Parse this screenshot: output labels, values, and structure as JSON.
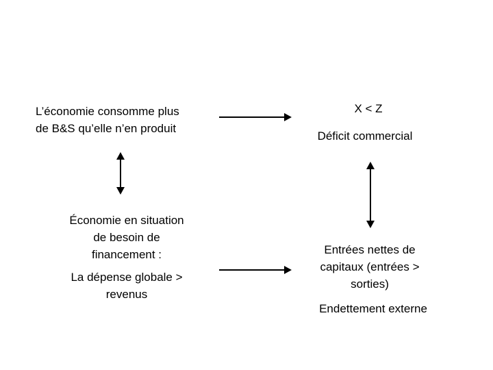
{
  "diagram": {
    "title": "Economie en besoin de financement - deficit commercial et endettement externe",
    "background_color": "#ffffff",
    "text_color": "#000000",
    "nodes": {
      "consumption": {
        "text": "L’économie consomme plus\nde B&S qu’elle n’en produit"
      },
      "trade_inequality": {
        "text": "X < Z"
      },
      "trade_deficit": {
        "text": "Déficit commercial"
      },
      "financing_need": {
        "text": "Économie en situation\nde besoin de\nfinancement :"
      },
      "spending_exceeds_income": {
        "text": "La dépense globale >\nrevenus"
      },
      "net_capital_inflows": {
        "text": "Entrées nettes de\ncapitaux (entrées >\nsorties)"
      },
      "external_debt": {
        "text": "Endettement externe"
      }
    },
    "connectors": {
      "top_horizontal": {
        "label": "consumption-to-trade-deficit",
        "direction": "right"
      },
      "bottom_horizontal": {
        "label": "spending-to-capital-inflows",
        "direction": "right"
      },
      "left_vertical": {
        "label": "consumption-to-financing-need",
        "direction": "both"
      },
      "right_vertical": {
        "label": "trade-deficit-to-capital-inflows",
        "direction": "both"
      }
    }
  }
}
